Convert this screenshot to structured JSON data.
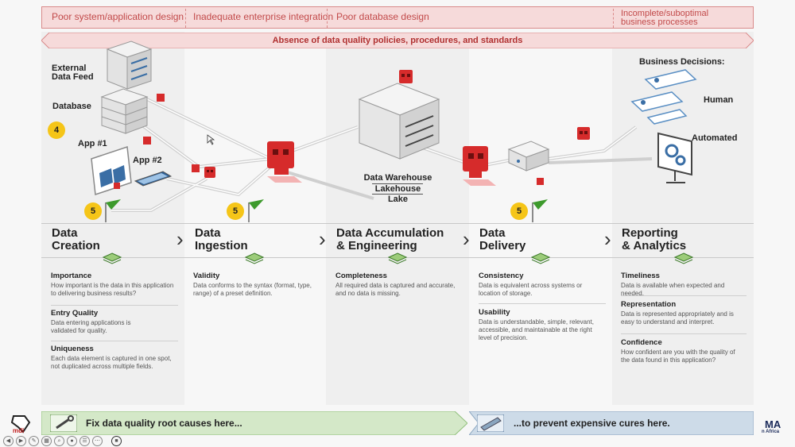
{
  "issues": [
    "Poor system/application design",
    "Inadequate enterprise integration",
    "Poor database design",
    "Incomplete/suboptimal business processes"
  ],
  "policy_banner": "Absence of data quality policies, procedures, and standards",
  "sources": {
    "external_feed": "External Data Feed",
    "database": "Database",
    "app1": "App #1",
    "app2": "App #2"
  },
  "storage": {
    "warehouse": "Data Warehouse",
    "lakehouse": "Lakehouse",
    "lake": "Lake"
  },
  "decisions": {
    "title": "Business Decisions:",
    "human": "Human",
    "automated": "Automated"
  },
  "badges": [
    "4",
    "5",
    "5",
    "5"
  ],
  "stages": [
    {
      "line1": "Data",
      "line2": "Creation"
    },
    {
      "line1": "Data",
      "line2": "Ingestion"
    },
    {
      "line1": "Data Accumulation",
      "line2": "& Engineering"
    },
    {
      "line1": "Data",
      "line2": "Delivery"
    },
    {
      "line1": "Reporting",
      "line2": "& Analytics"
    }
  ],
  "dimensions": {
    "importance": {
      "title": "Importance",
      "desc": "How important is the data in this application to delivering business results?"
    },
    "entry_quality": {
      "title": "Entry Quality",
      "desc": "Data entering applications is validated for quality."
    },
    "uniqueness": {
      "title": "Uniqueness",
      "desc": "Each data element is captured in one spot, not duplicated across multiple fields."
    },
    "validity": {
      "title": "Validity",
      "desc": "Data conforms to the syntax (format, type, range) of a preset definition."
    },
    "completeness": {
      "title": "Completeness",
      "desc": "All required data is captured and accurate, and no data is missing."
    },
    "consistency": {
      "title": "Consistency",
      "desc": "Data is equivalent across systems or location of storage."
    },
    "usability": {
      "title": "Usability",
      "desc": "Data is understandable, simple, relevant, accessible, and maintainable at the right level of precision."
    },
    "timeliness": {
      "title": "Timeliness",
      "desc": "Data is available when expected and needed."
    },
    "representation": {
      "title": "Representation",
      "desc": "Data is represented appropriately and is easy to understand and interpret."
    },
    "confidence": {
      "title": "Confidence",
      "desc": "How confident are you with the quality of the data found in this application?"
    }
  },
  "bottom": {
    "left": "Fix data quality root causes here...",
    "right": "...to prevent expensive cures here."
  },
  "logos": {
    "left": "mdi",
    "right_main": "MA",
    "right_sub": "n Africa"
  },
  "colors": {
    "issue_red": "#c24a4a",
    "skull_red": "#d62b2b",
    "badge_yellow": "#f5c518",
    "flag_green": "#3d9a2c",
    "bottom_green": "#d4e8c8",
    "bottom_blue": "#cddbe8"
  }
}
